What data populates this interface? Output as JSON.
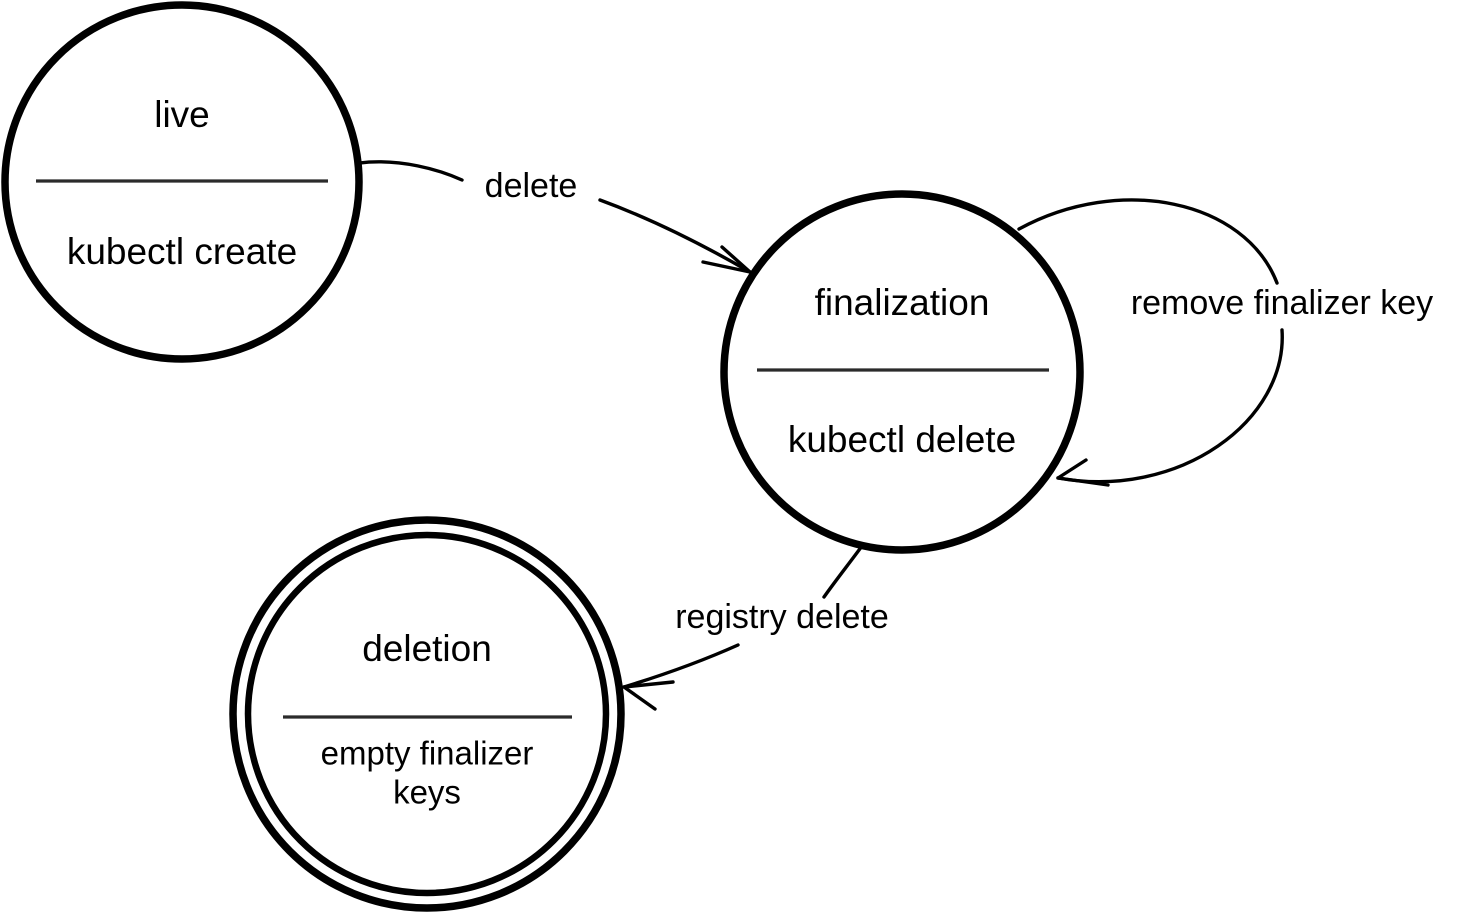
{
  "diagram": {
    "type": "state-machine",
    "title": "",
    "background_color": "#ffffff",
    "stroke_color": "#000000",
    "states": [
      {
        "id": "live",
        "name": "live",
        "detail": "kubectl create",
        "shape": "circle",
        "final": false
      },
      {
        "id": "finalization",
        "name": "finalization",
        "detail": "kubectl delete",
        "shape": "circle",
        "final": false
      },
      {
        "id": "deletion",
        "name": "deletion",
        "detail_line1": "empty finalizer",
        "detail_line2": "keys",
        "shape": "double-circle",
        "final": true
      }
    ],
    "transitions": [
      {
        "id": "live-to-finalization",
        "label": "delete",
        "from": "live",
        "to": "finalization"
      },
      {
        "id": "finalization-self-loop",
        "label": "remove finalizer key",
        "from": "finalization",
        "to": "finalization"
      },
      {
        "id": "finalization-to-deletion",
        "label": "registry delete",
        "from": "finalization",
        "to": "deletion"
      }
    ]
  }
}
